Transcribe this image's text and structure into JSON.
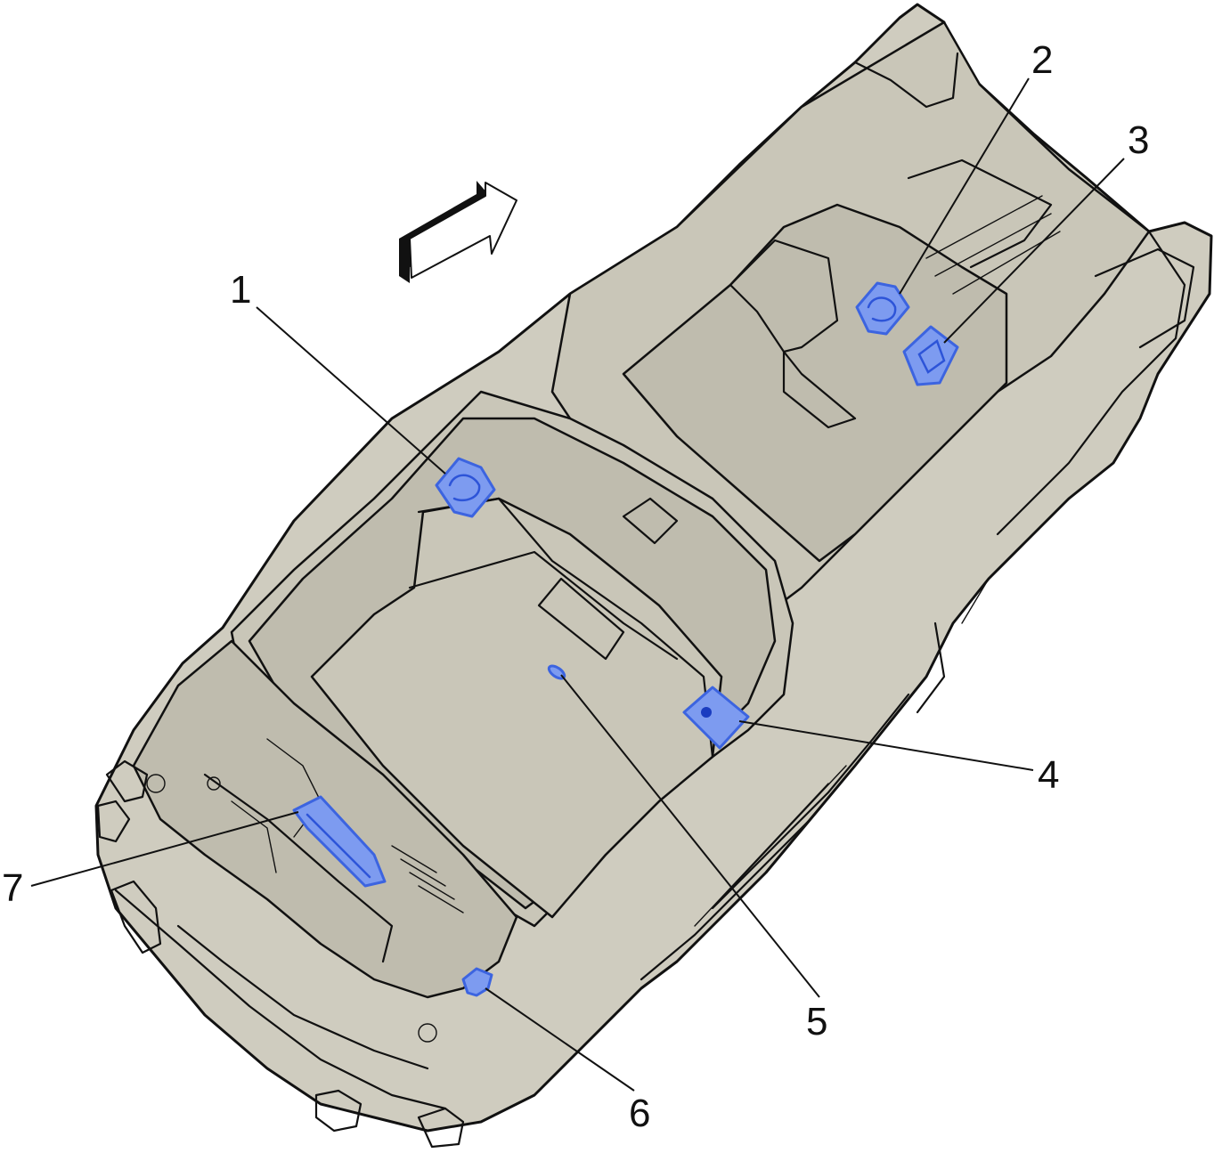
{
  "figure": {
    "accent_color": "#7d9bf0",
    "body_color": "#cfccbf",
    "direction_arrow": "front-direction-arrow-icon",
    "callouts": [
      {
        "id": "1",
        "label": "1"
      },
      {
        "id": "2",
        "label": "2"
      },
      {
        "id": "3",
        "label": "3"
      },
      {
        "id": "4",
        "label": "4"
      },
      {
        "id": "5",
        "label": "5"
      },
      {
        "id": "6",
        "label": "6"
      },
      {
        "id": "7",
        "label": "7"
      }
    ]
  }
}
